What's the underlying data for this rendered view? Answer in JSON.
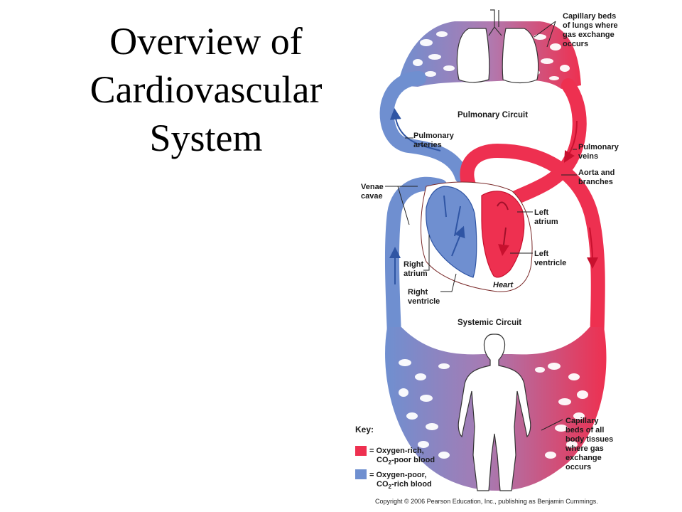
{
  "title": {
    "lines": [
      "Overview of",
      "Cardiovascular",
      "System"
    ]
  },
  "labels": {
    "capillary_lungs": [
      "Capillary beds",
      "of lungs where",
      "gas exchange",
      "occurs"
    ],
    "pulmonary_circuit": "Pulmonary Circuit",
    "pulmonary_arteries": [
      "Pulmonary",
      "arteries"
    ],
    "pulmonary_veins": [
      "Pulmonary",
      "veins"
    ],
    "aorta": [
      "Aorta and",
      "branches"
    ],
    "venae_cavae": [
      "Venae",
      "cavae"
    ],
    "left_atrium": [
      "Left",
      "atrium"
    ],
    "left_ventricle": [
      "Left",
      "ventricle"
    ],
    "right_atrium": [
      "Right",
      "atrium"
    ],
    "right_ventricle": [
      "Right",
      "ventricle"
    ],
    "heart": "Heart",
    "systemic_circuit": "Systemic Circuit",
    "capillary_body": [
      "Capillary",
      "beds of all",
      "body tissues",
      "where gas",
      "exchange",
      "occurs"
    ]
  },
  "key": {
    "title": "Key:",
    "oxygen_rich": {
      "line1": "= Oxygen-rich,",
      "line2_prefix": "CO",
      "line2_sub": "2",
      "line2_suffix": "-poor blood",
      "color": "#ee3050"
    },
    "oxygen_poor": {
      "line1": "= Oxygen-poor,",
      "line2_prefix": "CO",
      "line2_sub": "2",
      "line2_suffix": "-rich blood",
      "color": "#6f8fd0"
    }
  },
  "copyright": "Copyright © 2006 Pearson Education, Inc., publishing as Benjamin Cummings.",
  "colors": {
    "red": "#ee3050",
    "blue": "#6f8fd0",
    "dark_red": "#c8102e",
    "dark_blue": "#2f55a4"
  }
}
